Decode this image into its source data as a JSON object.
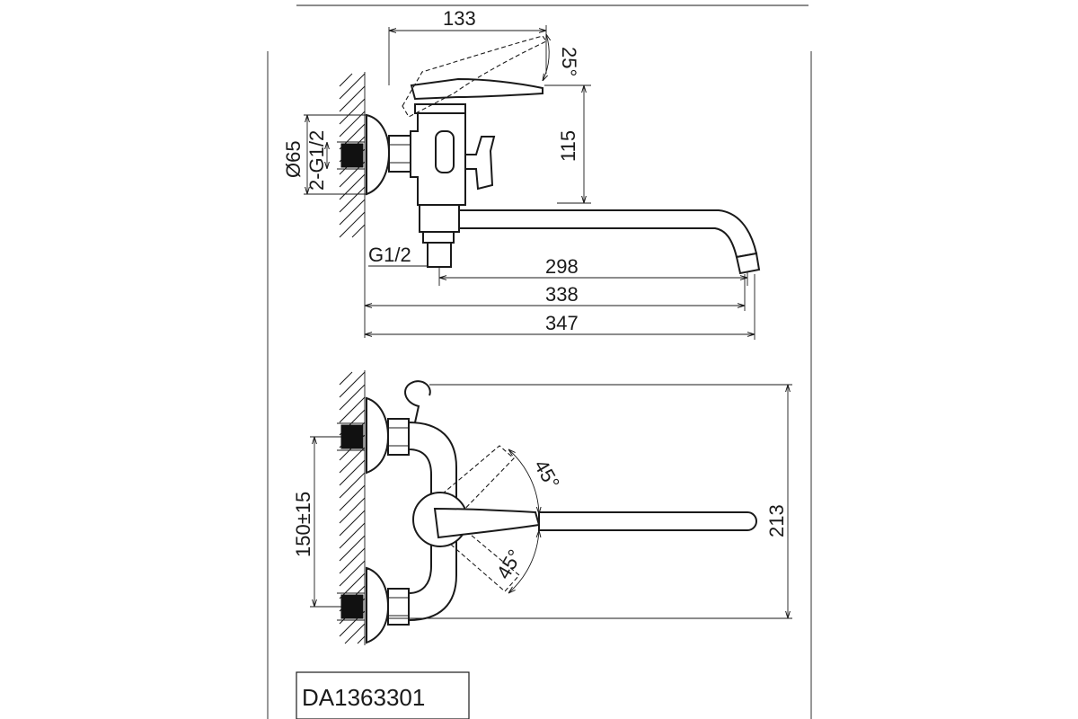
{
  "model_code": "DA1363301",
  "side_view": {
    "dims": {
      "handle_length": "133",
      "lever_angle": "25°",
      "height": "115",
      "flange_diameter": "Ø65",
      "inlet_thread": "2-G1/2",
      "outlet_thread": "G1/2",
      "spout_reach": "298",
      "wall_to_outlet": "338",
      "total_length": "347"
    }
  },
  "top_view": {
    "dims": {
      "center_distance": "150±15",
      "angle_upper": "45°",
      "angle_lower": "45°",
      "overall_width": "213"
    }
  }
}
